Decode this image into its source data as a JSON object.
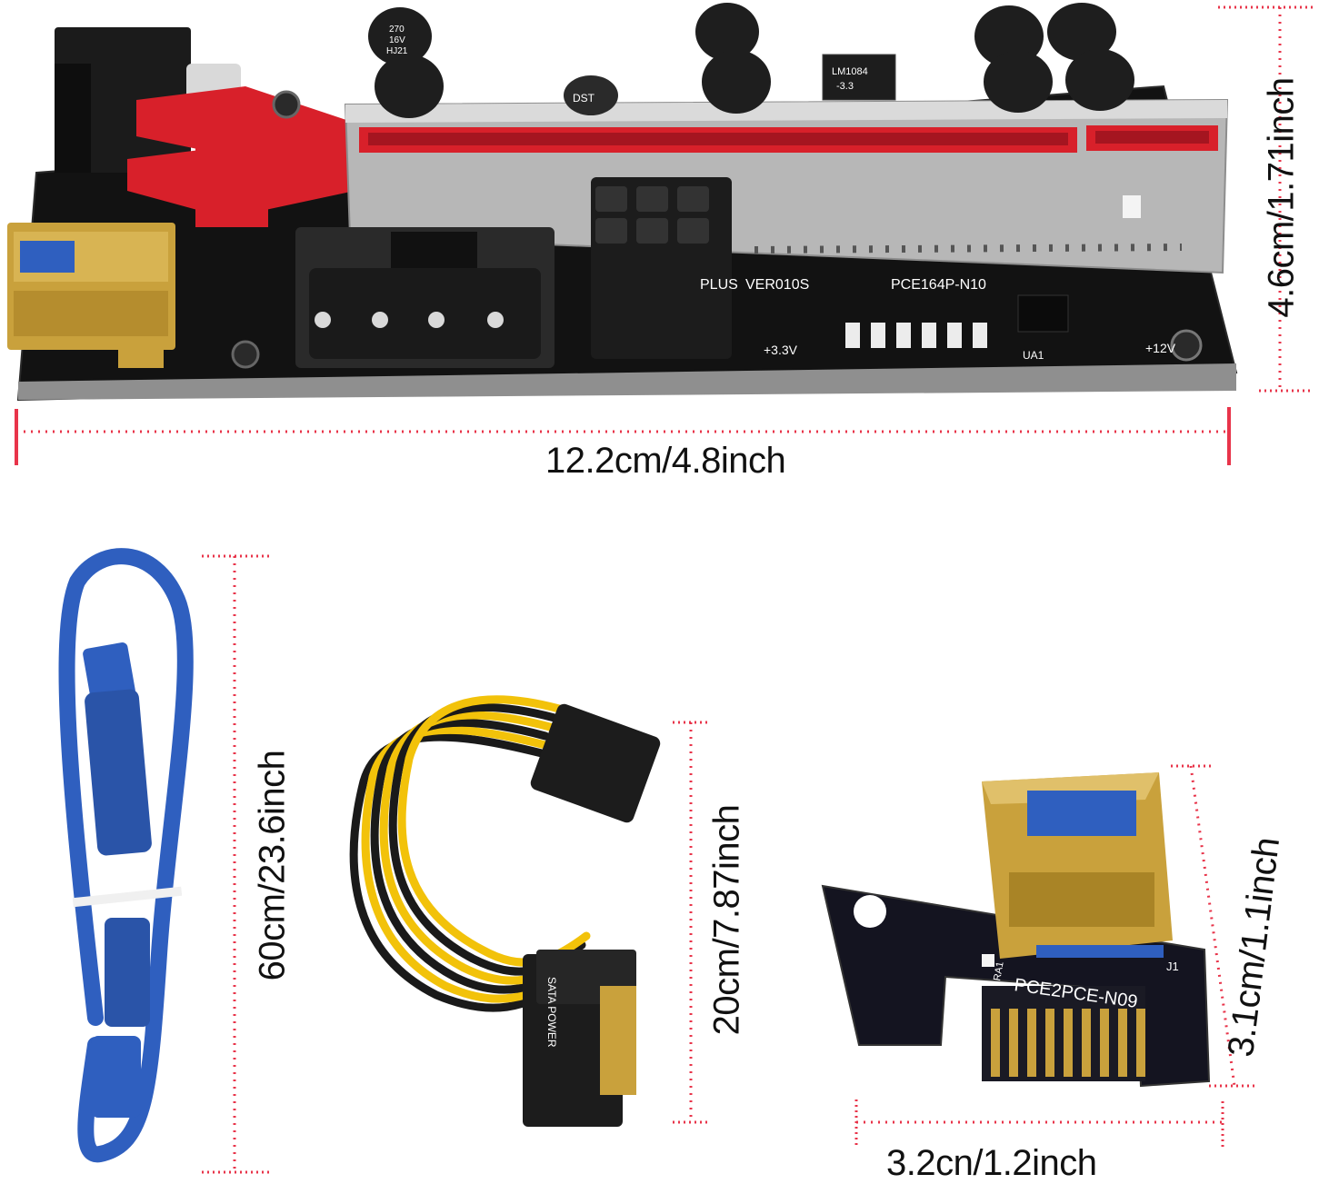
{
  "dimensions": {
    "board_width": "12.2cm/4.8inch",
    "board_height": "4.6cm/1.71inch",
    "usb_cable": "60cm/23.6inch",
    "power_cable": "20cm/7.87inch",
    "adapter_height": "3.1cm/1.1inch",
    "adapter_width": "3.2cn/1.2inch"
  },
  "board_markings": {
    "model": "PCE164P-N10",
    "version": "VER010S",
    "plus": "PLUS",
    "v33": "+3.3V",
    "v12": "+12V",
    "ua1": "UA1",
    "cap": [
      "270",
      "16V",
      "HJ21"
    ],
    "inductor": "DST",
    "regulator": "LM1084",
    "regulator_sub": "-3.3"
  },
  "adapter_markings": {
    "model": "PCE2PCE-N09",
    "j1": "J1",
    "ra1": "RA1"
  },
  "cable_markings": {
    "sata": "SATA POWER"
  },
  "colors": {
    "dimension_line": "#e8344a",
    "pcb": "#141414",
    "slot_red": "#d8202a",
    "usb_blue": "#2f5fbf",
    "gold": "#c9a13c"
  }
}
